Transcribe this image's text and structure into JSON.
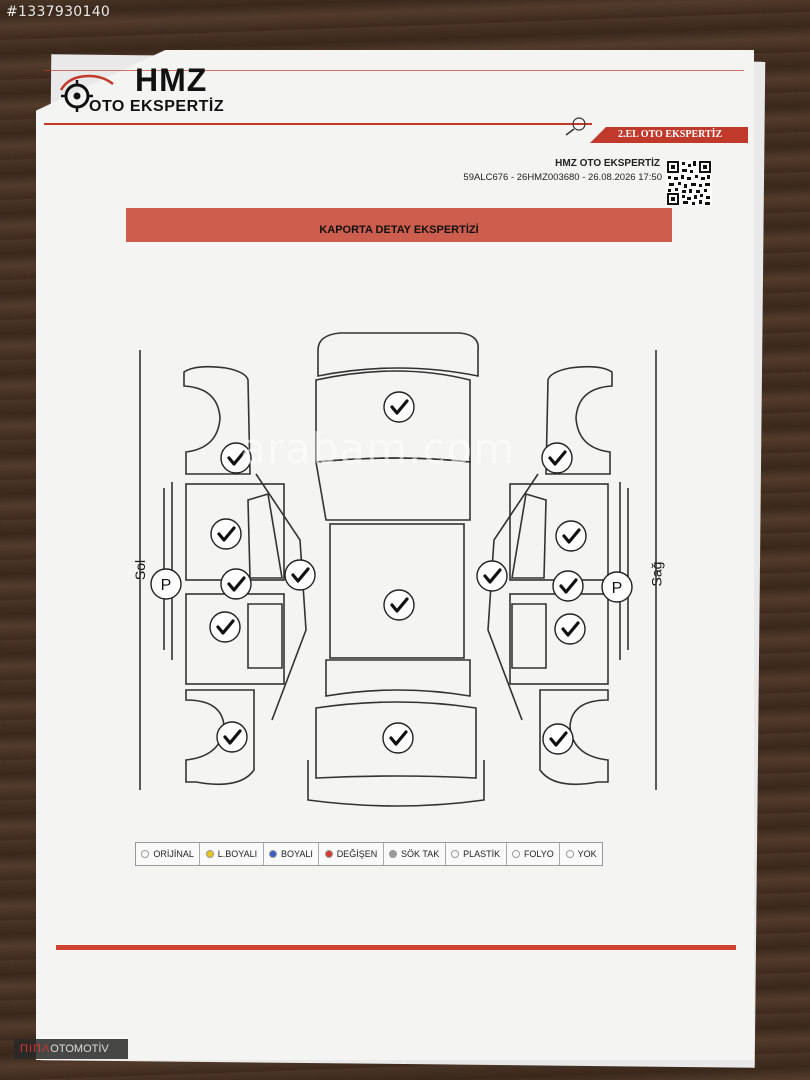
{
  "stamp": "#1337930140",
  "header": {
    "logo_main": "HMZ",
    "logo_sub": "OTO EKSPERTİZ",
    "tag": "2.EL OTO EKSPERTİZ",
    "company": "HMZ OTO EKSPERTİZ",
    "report_meta": "59ALC676 - 26HMZ003680 - 26.08.2026 17:50"
  },
  "banner": "KAPORTA DETAY EKSPERTİZİ",
  "sides": {
    "left": "Sol",
    "right": "Sağ"
  },
  "parts": {
    "hood": "orijinal",
    "roof": "orijinal",
    "trunk": "orijinal",
    "left_front_fender": "orijinal",
    "left_front_door": "orijinal",
    "left_rear_door": "orijinal",
    "left_rear_fender": "orijinal",
    "left_pillar": "orijinal",
    "left_sill": "orijinal",
    "right_front_fender": "orijinal",
    "right_front_door": "orijinal",
    "right_rear_door": "orijinal",
    "right_rear_fender": "orijinal",
    "right_pillar": "orijinal",
    "right_sill": "orijinal"
  },
  "plastic_marker": "P",
  "legend": [
    {
      "label": "ORİJİNAL",
      "color": "#ffffff"
    },
    {
      "label": "L.BOYALI",
      "color": "#e6c619"
    },
    {
      "label": "BOYALI",
      "color": "#3d5fc4"
    },
    {
      "label": "DEĞİŞEN",
      "color": "#d63a2f"
    },
    {
      "label": "SÖK TAK",
      "color": "#9a9a9a"
    },
    {
      "label": "PLASTİK",
      "color": "#ffffff"
    },
    {
      "label": "FOLYO",
      "color": "#ffffff"
    },
    {
      "label": "YOK",
      "color": "#ffffff"
    }
  ],
  "watermark": "arabam.com",
  "brand": {
    "prefix": "ΠΙΠΛ",
    "suffix": "OTOMOTİV"
  }
}
